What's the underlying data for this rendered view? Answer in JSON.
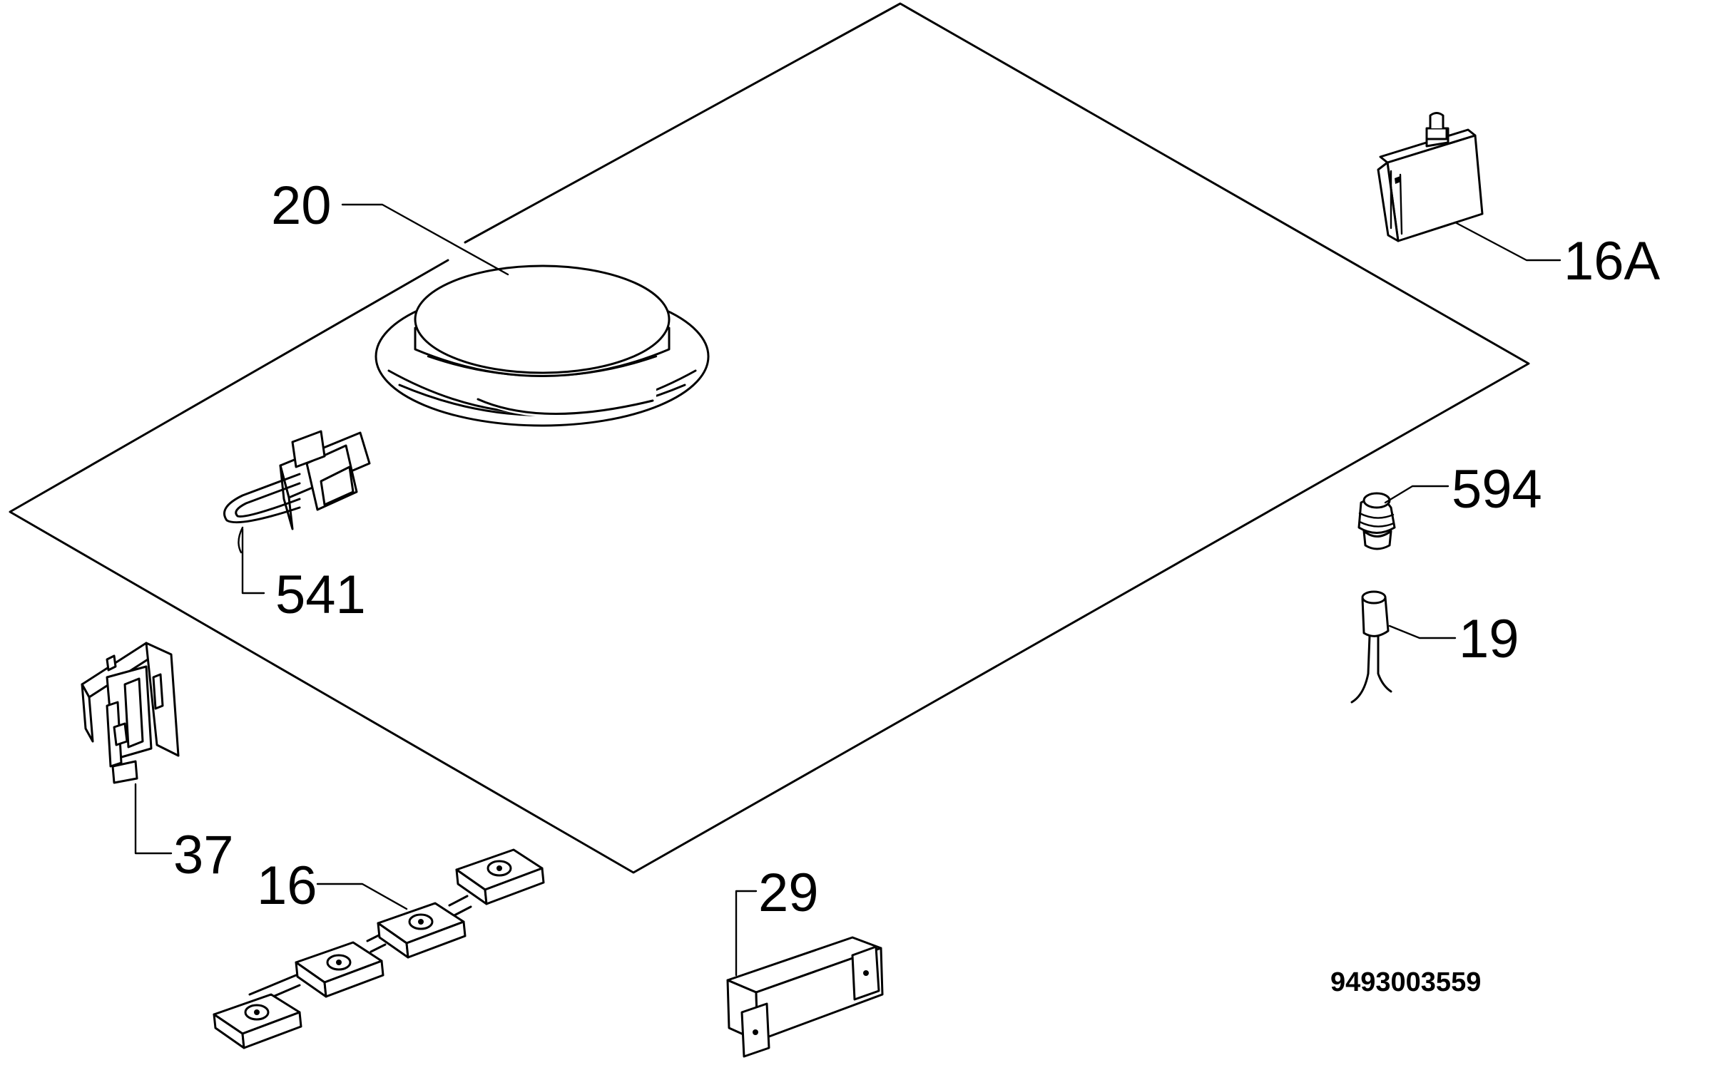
{
  "diagram_id": "9493003559",
  "colors": {
    "line": "#000000",
    "background": "#ffffff"
  },
  "callouts": [
    {
      "id": "20",
      "label": "20"
    },
    {
      "id": "16A",
      "label": "16A"
    },
    {
      "id": "541",
      "label": "541"
    },
    {
      "id": "594",
      "label": "594"
    },
    {
      "id": "19",
      "label": "19"
    },
    {
      "id": "37",
      "label": "37"
    },
    {
      "id": "16",
      "label": "16"
    },
    {
      "id": "29",
      "label": "29"
    }
  ]
}
